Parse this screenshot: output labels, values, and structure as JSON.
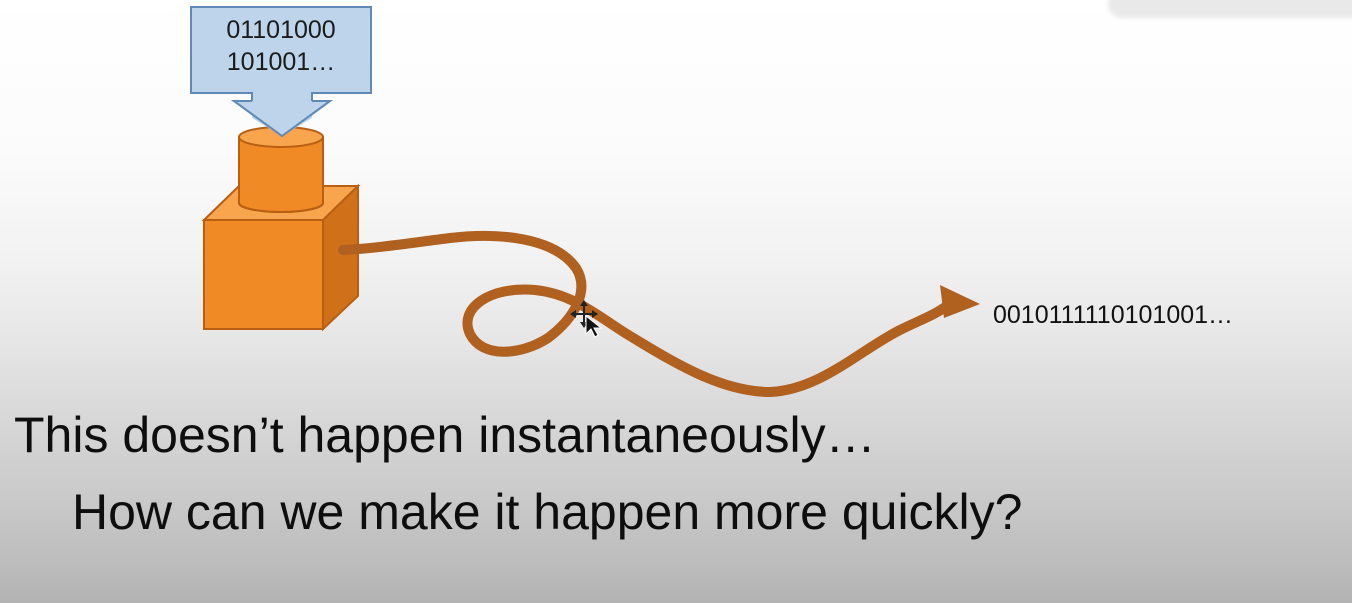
{
  "diagram": {
    "input_bits": [
      "01101000",
      "101001…"
    ],
    "output_bits": "0010111110101001…",
    "colors": {
      "callout_fill": "#bdd4ea",
      "callout_stroke": "#5f89b6",
      "device_fill": "#f08a24",
      "device_shade": "#d0711a",
      "device_top": "#f8a54e",
      "device_stroke": "#b85f14",
      "wire": "#b0601f"
    }
  },
  "caption": {
    "line1": "This doesn’t happen instantaneously…",
    "line2": "How can we make it happen more quickly?"
  }
}
